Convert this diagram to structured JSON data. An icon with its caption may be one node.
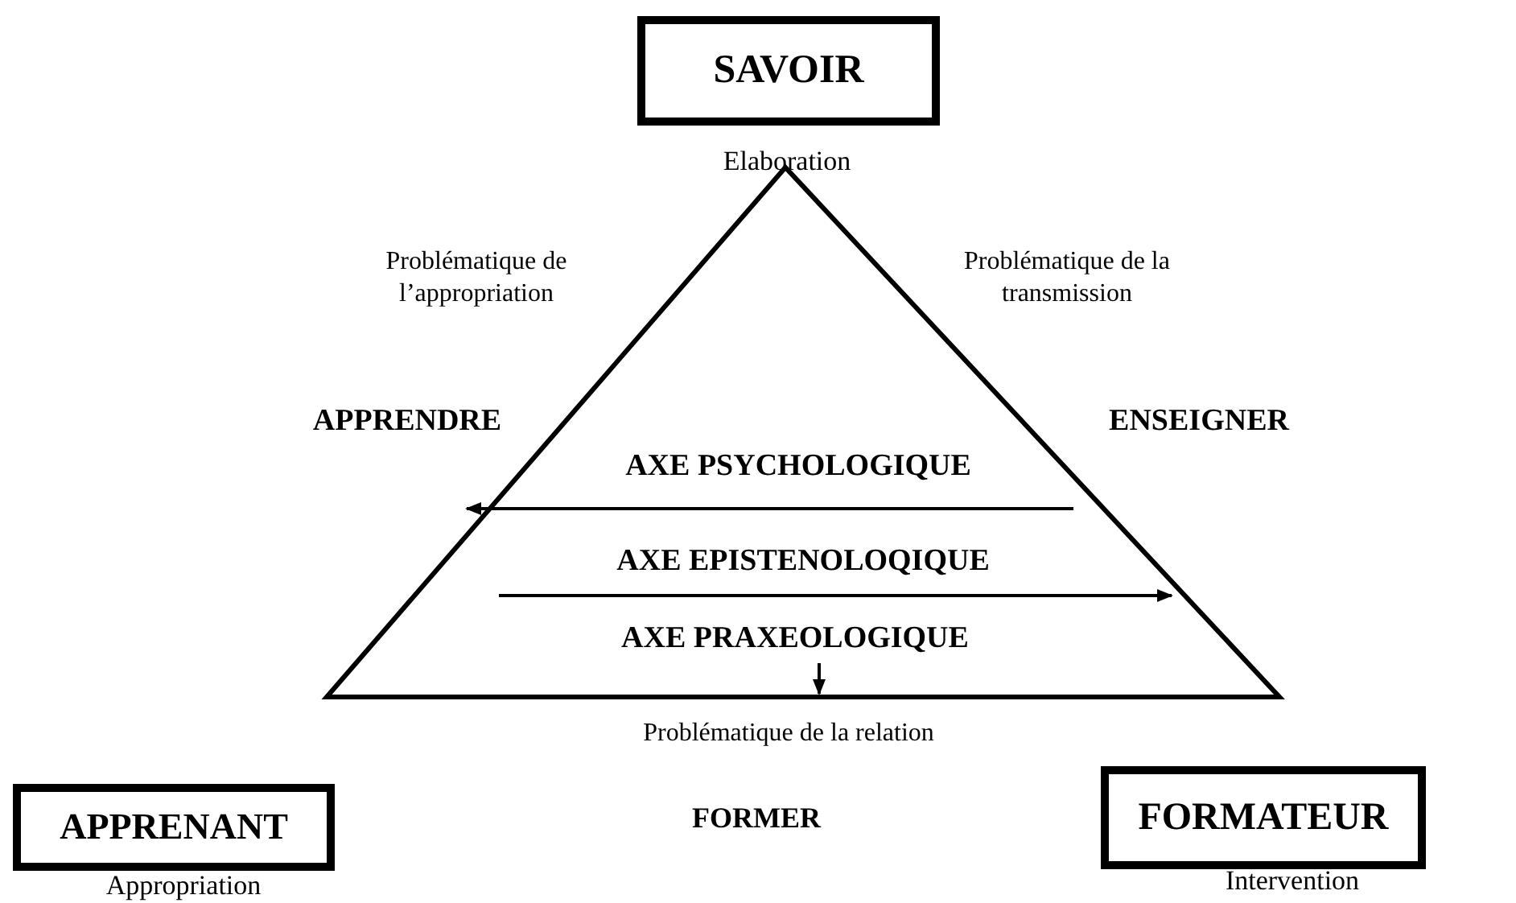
{
  "diagram": {
    "nodes": [
      {
        "text": [
          "SAVOIR"
        ],
        "beside": [
          "Elaboration"
        ]
      },
      {
        "text": [
          "APPRENANT"
        ],
        "beside": [
          "Appropriation"
        ]
      },
      {
        "text": [
          "FORMATEUR"
        ],
        "beside": [
          "Intervention"
        ]
      }
    ],
    "labels": [
      "Problématique de l’appropriation",
      "Problématique de la transmission",
      "APPRENDRE",
      "ENSEIGNER",
      "AXE PSYCHOLOGIQUE",
      "AXE EPISTENOLOQIQUE",
      "AXE PRAXEOLOGIQUE",
      "Problématique de la relation",
      "FORMER"
    ]
  }
}
